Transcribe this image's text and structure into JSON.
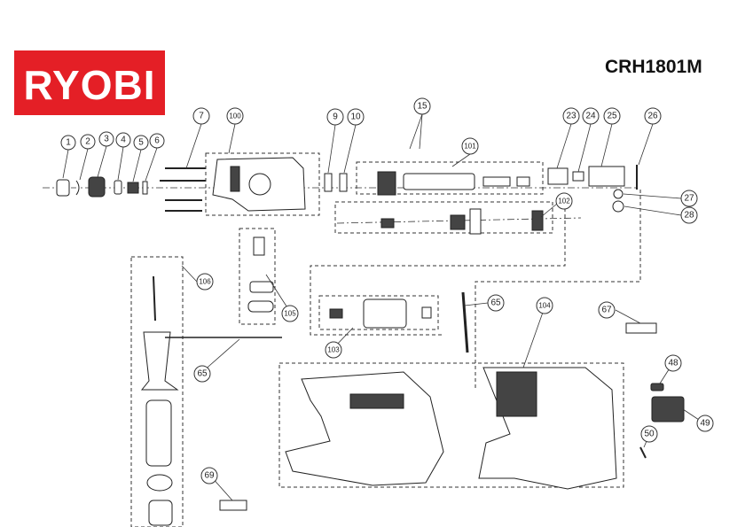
{
  "header": {
    "brand": "RYOBI",
    "model": "CRH1801M"
  },
  "colors": {
    "brand_red": "#e41f26"
  },
  "callouts": [
    "1",
    "2",
    "3",
    "4",
    "5",
    "6",
    "7",
    "100",
    "9",
    "10",
    "15",
    "101",
    "23",
    "24",
    "25",
    "26",
    "27",
    "28",
    "102",
    "106",
    "105",
    "65",
    "103",
    "104",
    "67",
    "48",
    "49",
    "50",
    "69"
  ]
}
